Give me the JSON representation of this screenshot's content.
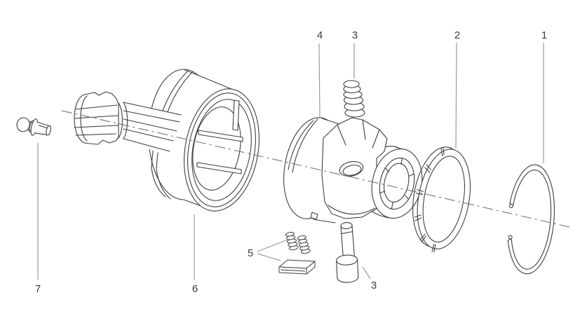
{
  "diagram": {
    "colors": {
      "background": "#ffffff",
      "part_line": "#3f3f3f",
      "leader_line": "#9b9b9b",
      "centerline": "#6a6a6a",
      "label_text": "#3c3c3c"
    },
    "callouts": {
      "c1": "1",
      "c2": "2",
      "c3_top": "3",
      "c3_bottom": "3",
      "c4": "4",
      "c5": "5",
      "c6": "6",
      "c7": "7"
    }
  }
}
